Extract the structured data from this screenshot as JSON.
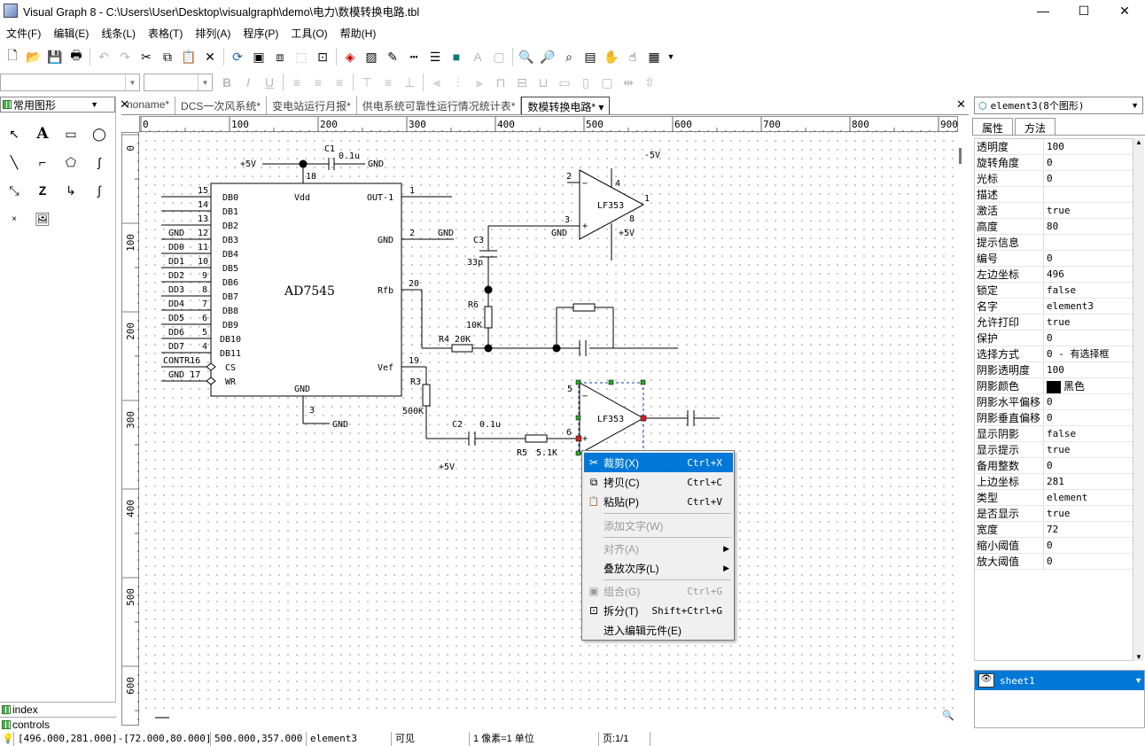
{
  "app": {
    "title": "Visual Graph 8 - C:\\Users\\User\\Desktop\\visualgraph\\demo\\电力\\数模转换电路.tbl",
    "minimize_glyph": "—",
    "maximize_glyph": "☐",
    "close_glyph": "✕"
  },
  "menu": [
    "文件(F)",
    "编辑(E)",
    "线条(L)",
    "表格(T)",
    "排列(A)",
    "程序(P)",
    "工具(O)",
    "帮助(H)"
  ],
  "left_panel": {
    "header": "常用图形",
    "footer_items": [
      "index",
      "controls"
    ]
  },
  "doc_tabs": [
    {
      "label": "noname*",
      "active": false
    },
    {
      "label": "DCS一次风系统*",
      "active": false
    },
    {
      "label": "变电站运行月报*",
      "active": false
    },
    {
      "label": "供电系统可靠性运行情况统计表*",
      "active": false
    },
    {
      "label": "数模转换电路* ▾",
      "active": true
    }
  ],
  "ruler": {
    "top": [
      "0",
      "100",
      "200",
      "300",
      "400",
      "500",
      "600",
      "700",
      "800",
      "900"
    ],
    "left": [
      "0",
      "100",
      "200",
      "300",
      "400",
      "500",
      "600"
    ]
  },
  "circuit": {
    "chip_name": "AD7545",
    "chip_pins_left": [
      "DB0",
      "DB1",
      "DB2",
      "DB3",
      "DB4",
      "DB5",
      "DB6",
      "DB7",
      "DB8",
      "DB9",
      "DB10",
      "DB11",
      "CS",
      "WR"
    ],
    "pin_numbers_left": [
      "15",
      "14",
      "13",
      "12",
      "11",
      "10",
      "9",
      "8",
      "7",
      "6",
      "5",
      "4"
    ],
    "pin_labels_left": [
      "GND",
      "DD0",
      "DD1",
      "DD2",
      "DD3",
      "DD4",
      "DD5",
      "DD6",
      "DD7"
    ],
    "contr16": "CONTR16",
    "gnd17": "GND 17",
    "vdd": "Vdd",
    "out1": "OUT-1",
    "gnd": "GND",
    "rfb": "Rfb",
    "vef": "Vef",
    "pin1": "1",
    "pin2": "2",
    "pin3": "3",
    "pin18": "18",
    "pin19": "19",
    "pin20": "20",
    "plus5v": "+5V",
    "minus5v": "-5V",
    "c1": "C1",
    "c1_val": "0.1u",
    "c2": "C2",
    "c2_val": "0.1u",
    "c3": "C3",
    "c3_val": "33p",
    "r3": "R3",
    "r3_val": "500K",
    "r4": "R4 20K",
    "r5": "R5",
    "r5_val": "5.1K",
    "r6": "R6",
    "r6_val": "10K",
    "opamp": "LF353",
    "op1_pins": [
      "2",
      "4",
      "1",
      "3",
      "8"
    ],
    "op2_pins": [
      "5",
      "6"
    ],
    "minus": "−",
    "plus": "+"
  },
  "context_menu": {
    "items": [
      {
        "icon": "✂",
        "label": "裁剪(X)",
        "shortcut": "Ctrl+X"
      },
      {
        "icon": "⧉",
        "label": "拷贝(C)",
        "shortcut": "Ctrl+C"
      },
      {
        "icon": "📋",
        "label": "粘贴(P)",
        "shortcut": "Ctrl+V"
      },
      {
        "icon": "",
        "label": "添加文字(W)",
        "shortcut": ""
      },
      {
        "icon": "",
        "label": "对齐(A)",
        "shortcut": ""
      },
      {
        "icon": "",
        "label": "叠放次序(L)",
        "shortcut": ""
      },
      {
        "icon": "▣",
        "label": "组合(G)",
        "shortcut": "Ctrl+G"
      },
      {
        "icon": "⊡",
        "label": "拆分(T)",
        "shortcut": "Shift+Ctrl+G"
      },
      {
        "icon": "",
        "label": "进入编辑元件(E)",
        "shortcut": ""
      }
    ],
    "submenu_glyph": "▶"
  },
  "right_panel": {
    "element_combo": "element3(8个图形)",
    "tabs": [
      "属性",
      "方法"
    ],
    "properties": [
      {
        "k": "透明度",
        "v": "100"
      },
      {
        "k": "旋转角度",
        "v": "0"
      },
      {
        "k": "光标",
        "v": "0"
      },
      {
        "k": "描述",
        "v": ""
      },
      {
        "k": "激活",
        "v": "true"
      },
      {
        "k": "高度",
        "v": "80"
      },
      {
        "k": "提示信息",
        "v": ""
      },
      {
        "k": "编号",
        "v": "0"
      },
      {
        "k": "左边坐标",
        "v": "496"
      },
      {
        "k": "锁定",
        "v": "false"
      },
      {
        "k": "名字",
        "v": "element3"
      },
      {
        "k": "允许打印",
        "v": "true"
      },
      {
        "k": "保护",
        "v": "0"
      },
      {
        "k": "选择方式",
        "v": "0 - 有选择框"
      },
      {
        "k": "阴影透明度",
        "v": "100"
      },
      {
        "k": "阴影颜色",
        "v": "黑色"
      },
      {
        "k": "阴影水平偏移",
        "v": "0"
      },
      {
        "k": "阴影垂直偏移",
        "v": "0"
      },
      {
        "k": "显示阴影",
        "v": "false"
      },
      {
        "k": "显示提示",
        "v": "true"
      },
      {
        "k": "备用整数",
        "v": "0"
      },
      {
        "k": "上边坐标",
        "v": "281"
      },
      {
        "k": "类型",
        "v": "element"
      },
      {
        "k": "是否显示",
        "v": "true"
      },
      {
        "k": "宽度",
        "v": "72"
      },
      {
        "k": "缩小阈值",
        "v": "0"
      },
      {
        "k": "放大阈值",
        "v": "0"
      }
    ],
    "sheet": "sheet1"
  },
  "status": {
    "rect": "[496.000,281.000]-[72.000,80.000]",
    "pos": "500.000,357.000",
    "name": "element3",
    "visibility": "可见",
    "scale": "1 像素=1 单位",
    "page": "页:1/1"
  },
  "colors": {
    "selection": "#0078d7",
    "handle_green": "#22aa22",
    "handle_red": "#cc2222"
  }
}
